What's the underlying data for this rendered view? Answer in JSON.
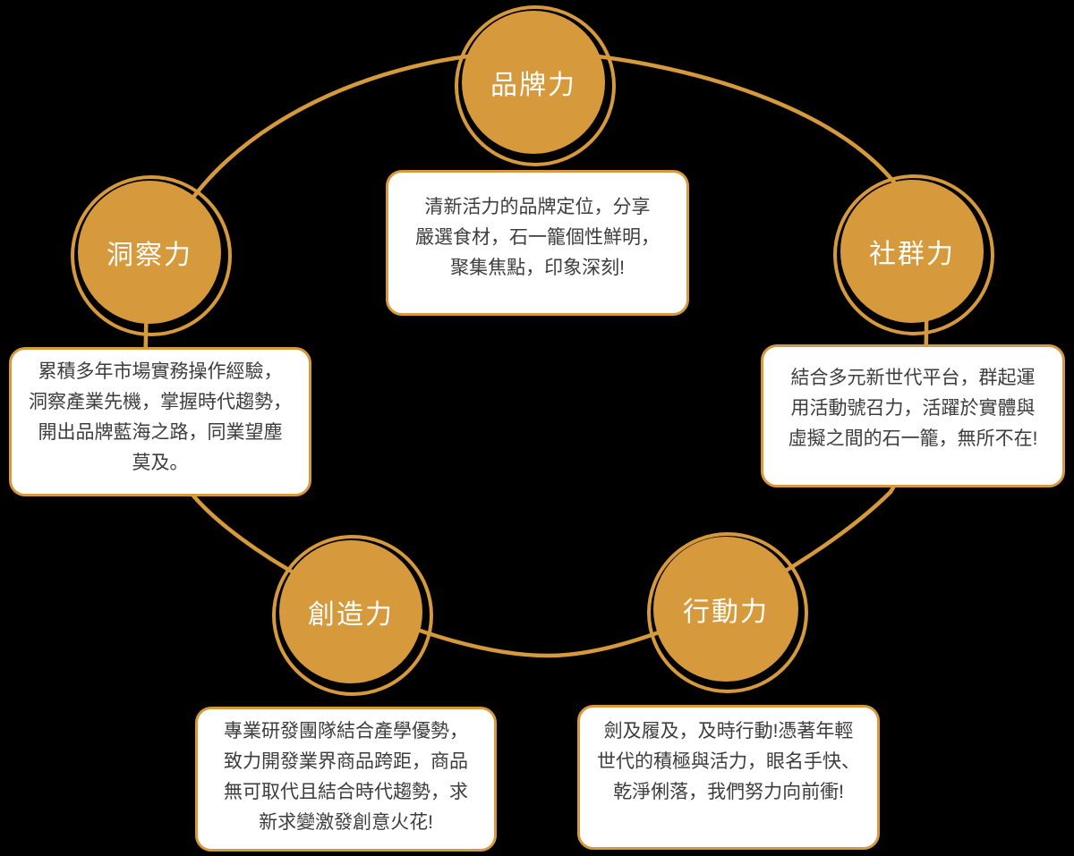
{
  "colors": {
    "bg": "#000000",
    "accent": "#D6993C",
    "box_bg": "#FFFFFF",
    "desc_text": "#3D3D3D",
    "label_text": "#FFFFFF"
  },
  "nodes": {
    "brand": {
      "label": "品牌力",
      "lines": [
        "清新活力的品牌定位，分享",
        "嚴選食材，石一籠個性鮮明，",
        "聚集焦點，印象深刻!"
      ]
    },
    "insight": {
      "label": "洞察力",
      "lines": [
        "累積多年市場實務操作經驗，",
        "洞察產業先機，掌握時代趨勢，",
        "開出品牌藍海之路，同業望塵",
        "莫及。"
      ]
    },
    "community": {
      "label": "社群力",
      "lines": [
        "結合多元新世代平台，群起運",
        "用活動號召力，活躍於實體與",
        "虛擬之間的石一籠，無所不在!"
      ]
    },
    "creativity": {
      "label": "創造力",
      "lines": [
        "專業研發團隊結合產學優勢，",
        "致力開發業界商品跨距，商品",
        "無可取代且結合時代趨勢，求",
        "新求變激發創意火花!"
      ]
    },
    "action": {
      "label": "行動力",
      "lines": [
        "劍及履及，及時行動!憑著年輕",
        "世代的積極與活力，眼名手快、",
        "乾淨俐落，我們努力向前衝!"
      ]
    }
  }
}
